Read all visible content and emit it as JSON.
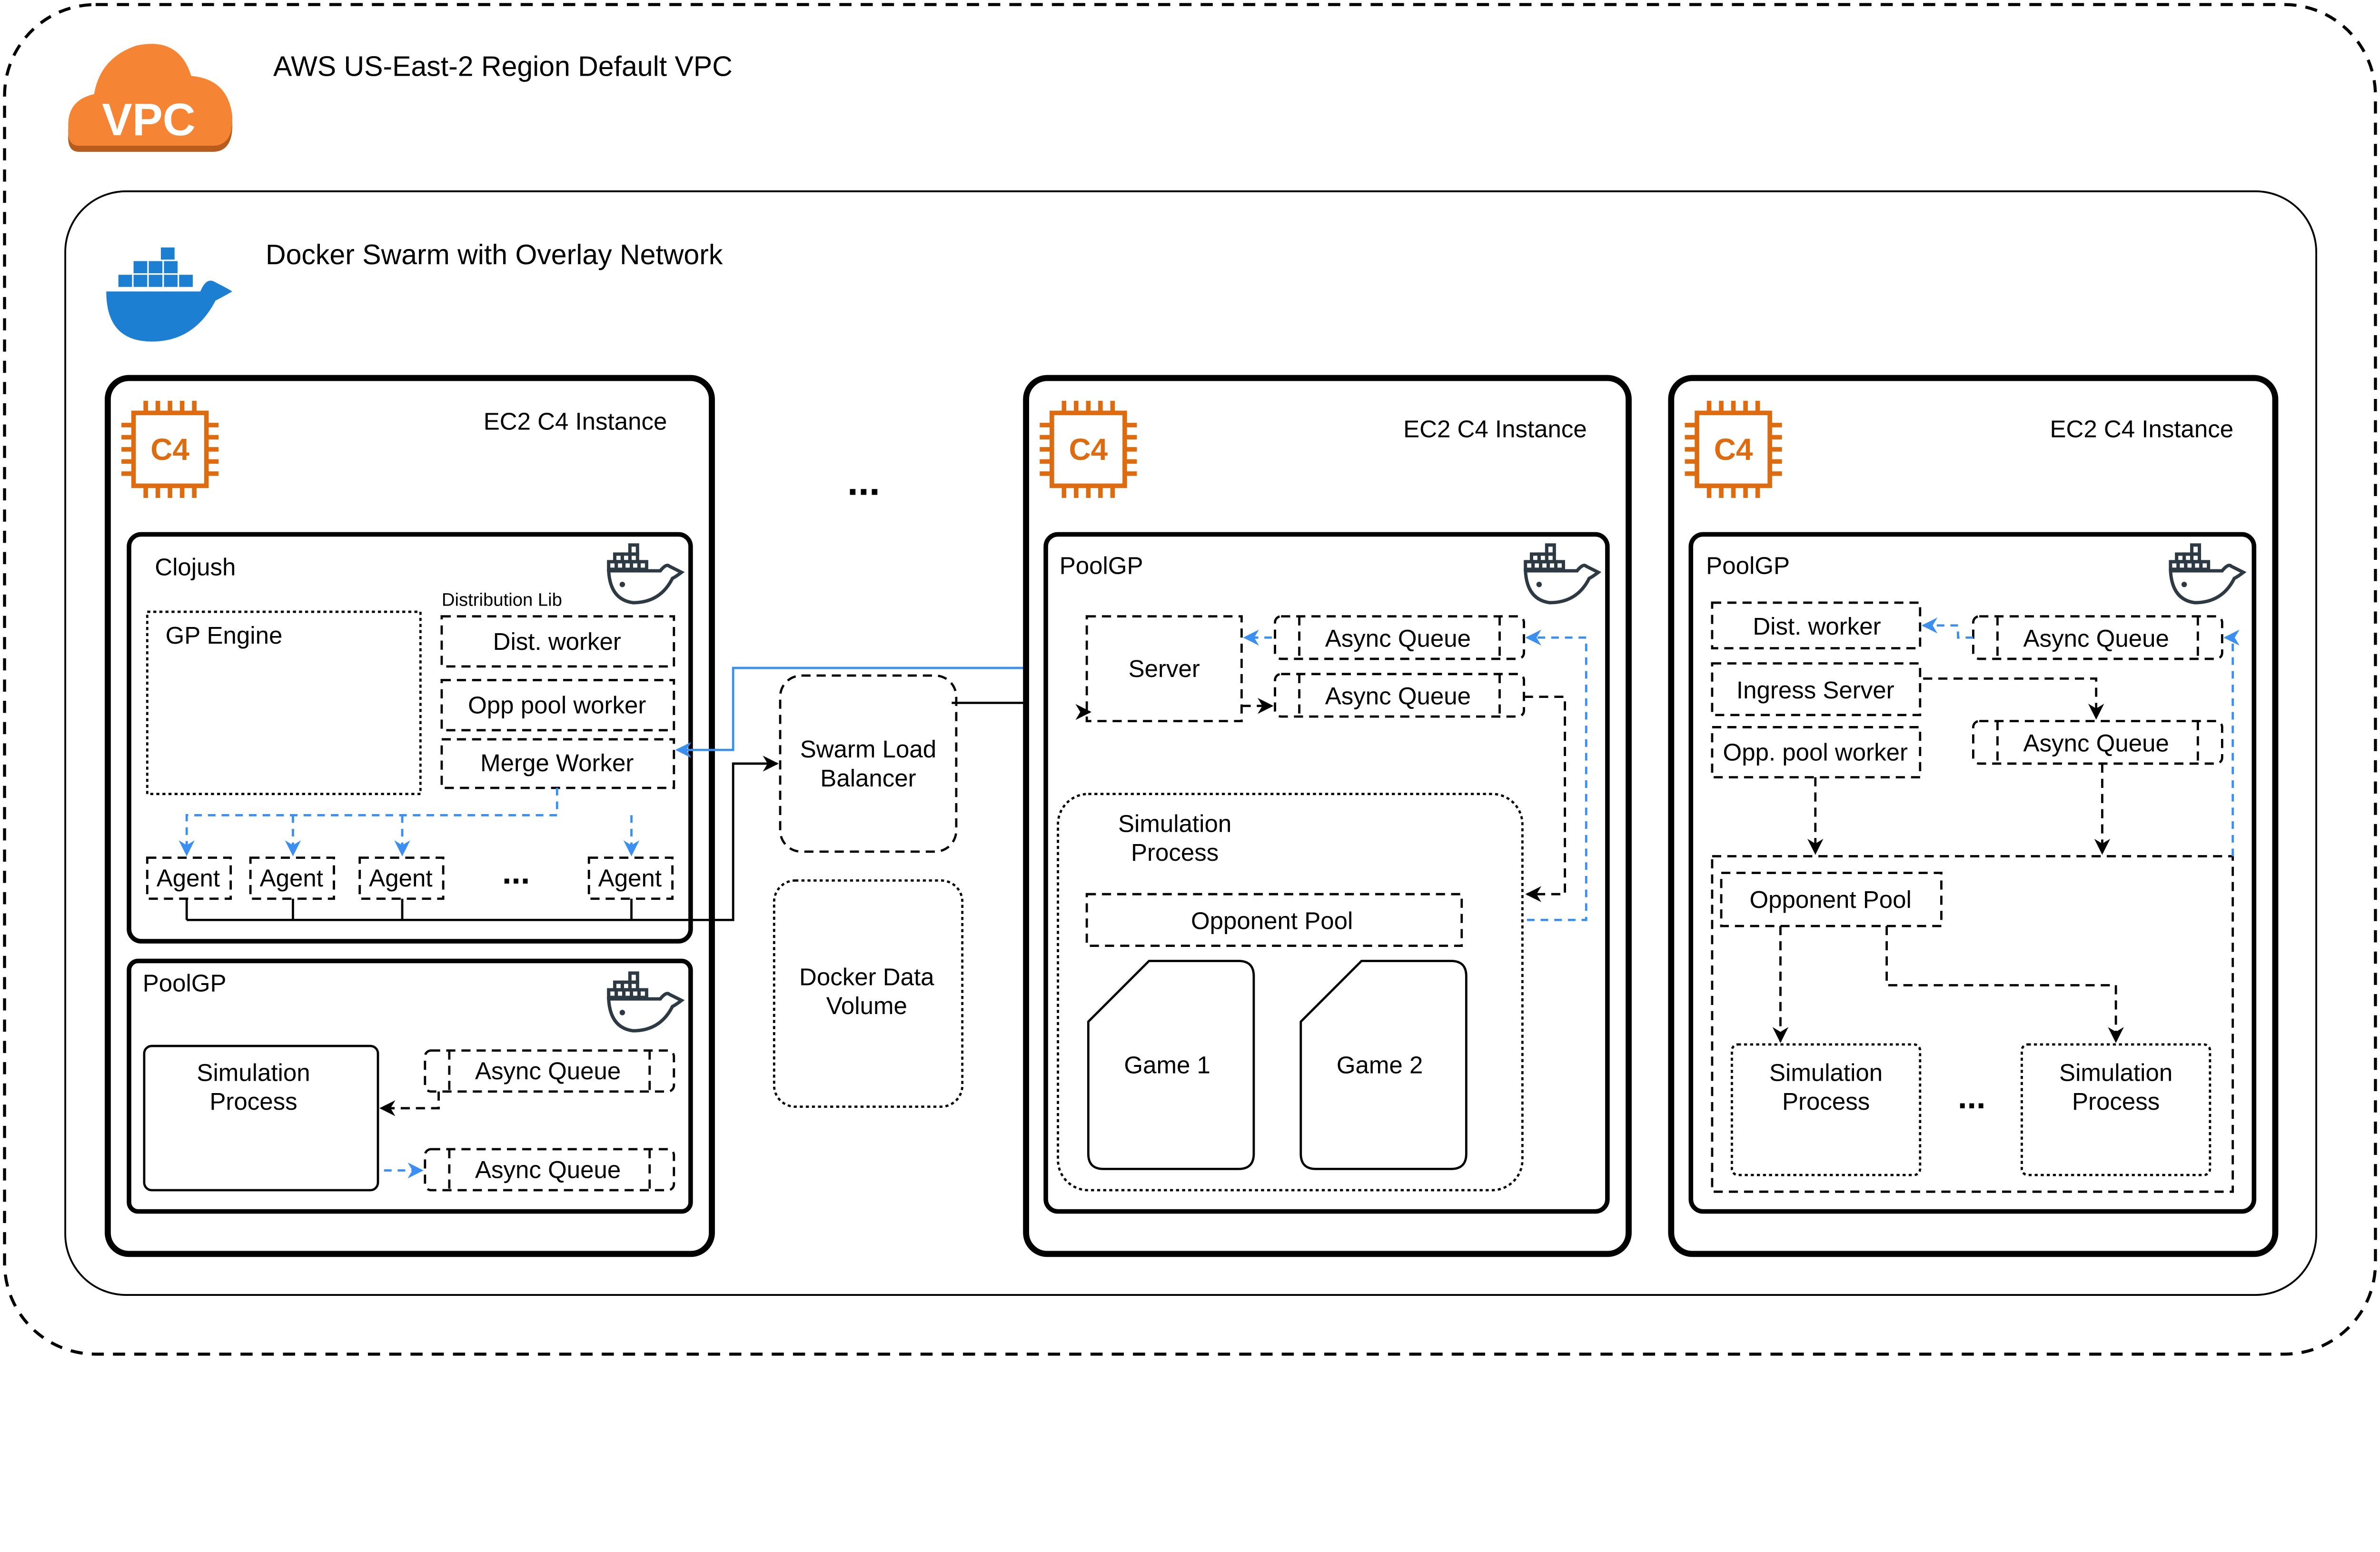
{
  "vpc": {
    "icon_text": "VPC",
    "title": "AWS US-East-2 Region Default VPC",
    "icon": "vpc-cloud-icon",
    "color": "#f58534"
  },
  "swarm": {
    "title": "Docker Swarm with Overlay Network",
    "icon": "docker-whale-icon",
    "color": "#1d7fd1"
  },
  "ellipsis": "...",
  "instances": [
    {
      "title": "EC2 C4 Instance",
      "chip": "C4",
      "clojush": {
        "title": "Clojush",
        "dist_lib": "Distribution Lib",
        "gp_engine": "GP Engine",
        "dist_worker": "Dist. worker",
        "opp_pool_worker": "Opp pool worker",
        "merge_worker": "Merge Worker",
        "agents": [
          "Agent",
          "Agent",
          "Agent",
          "Agent"
        ],
        "agents_ellipsis": "..."
      },
      "poolgp": {
        "title": "PoolGP",
        "sim_process": [
          "Simulation",
          "Process"
        ],
        "async_queues": [
          "Async Queue",
          "Async Queue"
        ]
      }
    },
    {
      "title": "EC2 C4 Instance",
      "chip": "C4",
      "poolgp": {
        "title": "PoolGP",
        "server": "Server",
        "async_queues": [
          "Async Queue",
          "Async Queue"
        ],
        "sim_process": [
          "Simulation",
          "Process"
        ],
        "opponent_pool": "Opponent Pool",
        "games": [
          "Game 1",
          "Game 2"
        ]
      }
    },
    {
      "title": "EC2 C4 Instance",
      "chip": "C4",
      "poolgp": {
        "title": "PoolGP",
        "dist_worker": "Dist. worker",
        "ingress_server": "Ingress Server",
        "opp_pool_worker": "Opp. pool worker",
        "async_queues": [
          "Async Queue",
          "Async Queue"
        ],
        "opponent_pool": "Opponent Pool",
        "sim_processes": [
          [
            "Simulation",
            "Process"
          ],
          [
            "Simulation",
            "Process"
          ]
        ],
        "ellipsis": "..."
      }
    }
  ],
  "swarm_lb": [
    "Swarm Load",
    "Balancer"
  ],
  "data_volume": [
    "Docker Data",
    "Volume"
  ],
  "colors": {
    "chip": "#dd6b10",
    "link_blue": "#3b8ff0",
    "docker_icon": "#2d3a44"
  }
}
